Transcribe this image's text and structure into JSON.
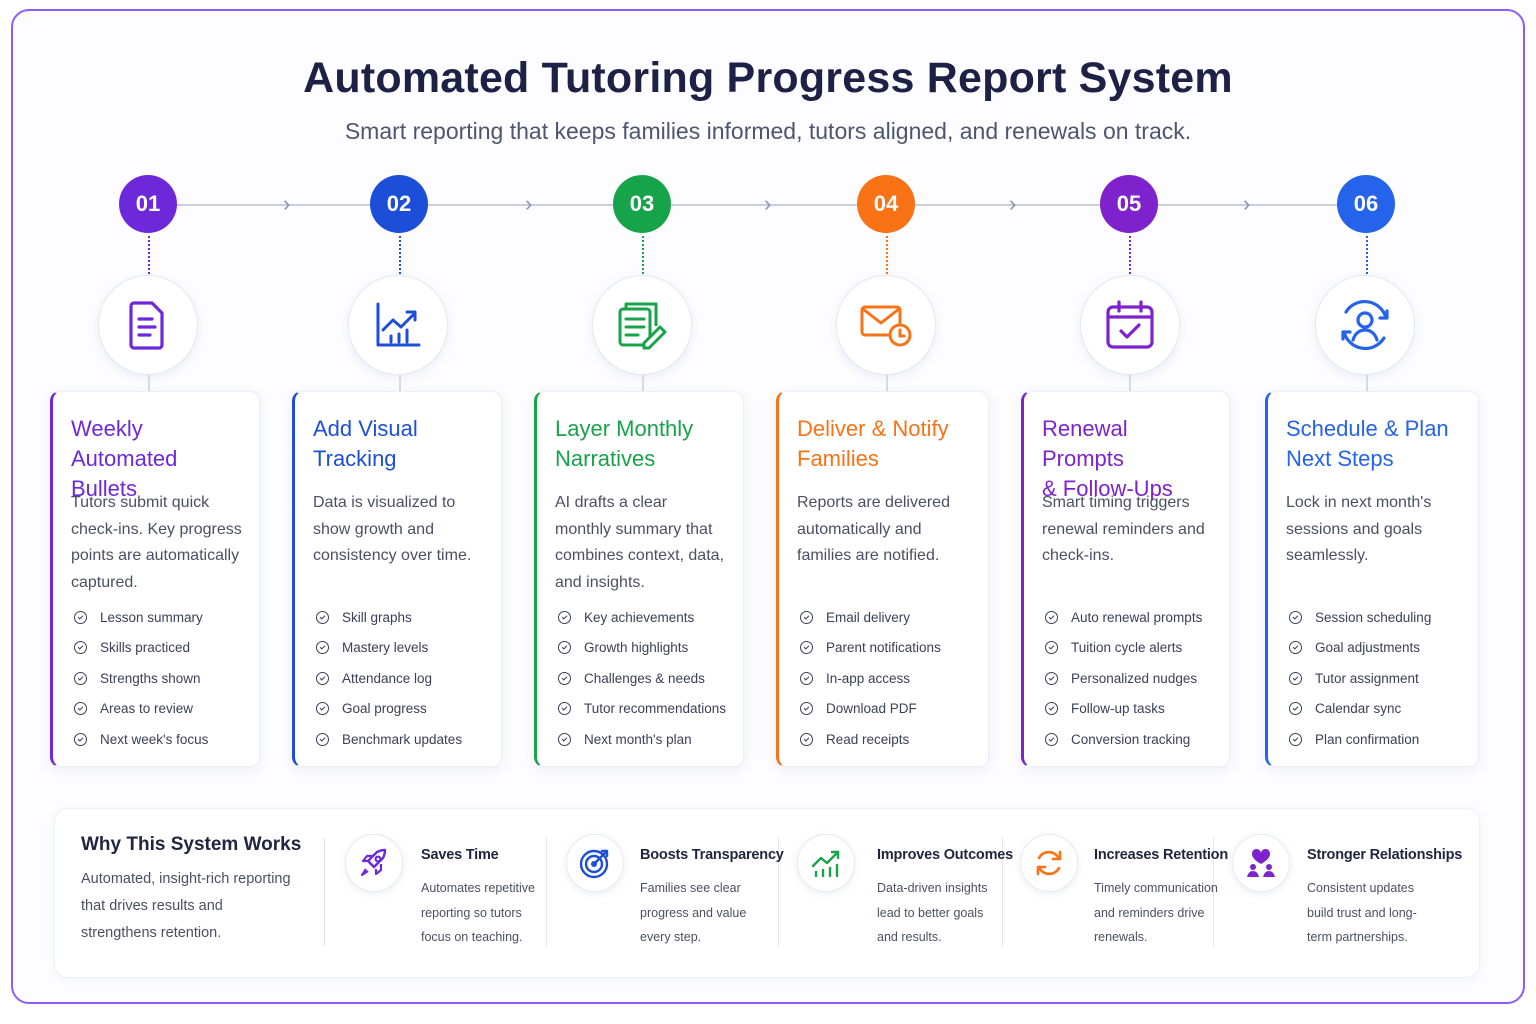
{
  "header": {
    "title": "Automated Tutoring Progress Report System",
    "subtitle": "Smart reporting that keeps families informed, tutors aligned, and renewals on track."
  },
  "steps": [
    {
      "number": "01",
      "color": "#6d28d9",
      "icon": "document-icon",
      "title_line1": "Weekly",
      "title_line2": "Automated Bullets",
      "description": "Tutors submit quick check-ins. Key progress points are automatically captured.",
      "items": [
        "Lesson summary",
        "Skills practiced",
        "Strengths shown",
        "Areas to review",
        "Next week's focus"
      ]
    },
    {
      "number": "02",
      "color": "#1d4ed8",
      "icon": "chart-trend-icon",
      "title_line1": "Add Visual",
      "title_line2": "Tracking",
      "description": "Data is visualized to show growth and consistency over time.",
      "items": [
        "Skill graphs",
        "Mastery levels",
        "Attendance log",
        "Goal progress",
        "Benchmark updates"
      ]
    },
    {
      "number": "03",
      "color": "#16a34a",
      "icon": "edit-document-icon",
      "title_line1": "Layer Monthly",
      "title_line2": "Narratives",
      "description": "AI drafts a clear monthly summary that combines context, data, and insights.",
      "items": [
        "Key achievements",
        "Growth highlights",
        "Challenges & needs",
        "Tutor recommendations",
        "Next month's plan"
      ]
    },
    {
      "number": "04",
      "color": "#f97316",
      "icon": "mail-clock-icon",
      "title_line1": "Deliver & Notify",
      "title_line2": "Families",
      "description": "Reports are delivered automatically and families are notified.",
      "items": [
        "Email delivery",
        "Parent notifications",
        "In-app access",
        "Download PDF",
        "Read receipts"
      ]
    },
    {
      "number": "05",
      "color": "#7e22ce",
      "icon": "calendar-check-icon",
      "title_line1": "Renewal Prompts",
      "title_line2": "& Follow-Ups",
      "description": "Smart timing triggers renewal reminders and check-ins.",
      "items": [
        "Auto renewal prompts",
        "Tuition cycle alerts",
        "Personalized nudges",
        "Follow-up tasks",
        "Conversion tracking"
      ]
    },
    {
      "number": "06",
      "color": "#2563eb",
      "icon": "user-cycle-icon",
      "title_line1": "Schedule & Plan",
      "title_line2": "Next Steps",
      "description": "Lock in next month's sessions and goals seamlessly.",
      "items": [
        "Session scheduling",
        "Goal adjustments",
        "Tutor assignment",
        "Calendar sync",
        "Plan confirmation"
      ]
    }
  ],
  "why": {
    "title": "Why This System Works",
    "text": "Automated, insight-rich reporting that drives results and strengthens retention.",
    "benefits": [
      {
        "title": "Saves Time",
        "text": "Automates repetitive reporting so tutors focus on teaching.",
        "icon": "rocket-icon",
        "color": "#6d28d9"
      },
      {
        "title": "Boosts Transparency",
        "text": "Families see clear progress and value every step.",
        "icon": "target-icon",
        "color": "#1d4ed8"
      },
      {
        "title": "Improves Outcomes",
        "text": "Data-driven insights lead to better goals and results.",
        "icon": "growth-chart-icon",
        "color": "#16a34a"
      },
      {
        "title": "Increases Retention",
        "text": "Timely communication and reminders drive renewals.",
        "icon": "refresh-icon",
        "color": "#f97316"
      },
      {
        "title": "Stronger Relationships",
        "text": "Consistent updates build trust and long-term partnerships.",
        "icon": "heart-people-icon",
        "color": "#7e22ce"
      }
    ]
  }
}
